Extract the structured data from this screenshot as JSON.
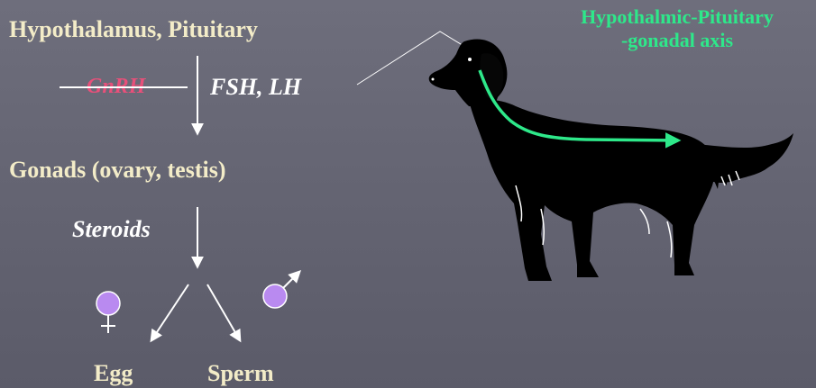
{
  "diagram": {
    "hypothalamus_pituitary": "Hypothalamus, Pituitary",
    "gnrh": "GnRH",
    "fsh_lh": "FSH, LH",
    "gonads": "Gonads (ovary, testis)",
    "steroids": "Steroids",
    "egg": "Egg",
    "sperm": "Sperm",
    "axis_title_line1": "Hypothalmic-Pituitary",
    "axis_title_line2": "-gonadal axis"
  },
  "colors": {
    "background": "#646472",
    "label_text": "#f3ecc8",
    "axis_title": "#2ee88a",
    "gnrh_text": "#e8507a",
    "sex_symbol_fill": "#b98af0",
    "dog": "#000000"
  }
}
